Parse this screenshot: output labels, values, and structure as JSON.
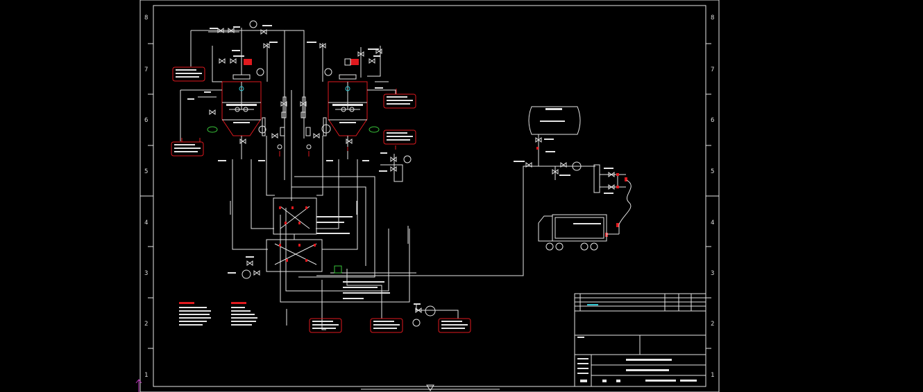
{
  "drawing": {
    "colors": {
      "background": "#000000",
      "line": "#e6e6e6",
      "highlight": "#e0191e",
      "accent_cyan": "#2ec9d6",
      "accent_green": "#39c53a",
      "cursor": "#c13cc2"
    },
    "grid_rows_left": [
      "8",
      "7",
      "6",
      "5",
      "4",
      "3",
      "2",
      "1"
    ],
    "grid_rows_right": [
      "8",
      "7",
      "6",
      "5",
      "4",
      "3",
      "2",
      "1"
    ]
  }
}
